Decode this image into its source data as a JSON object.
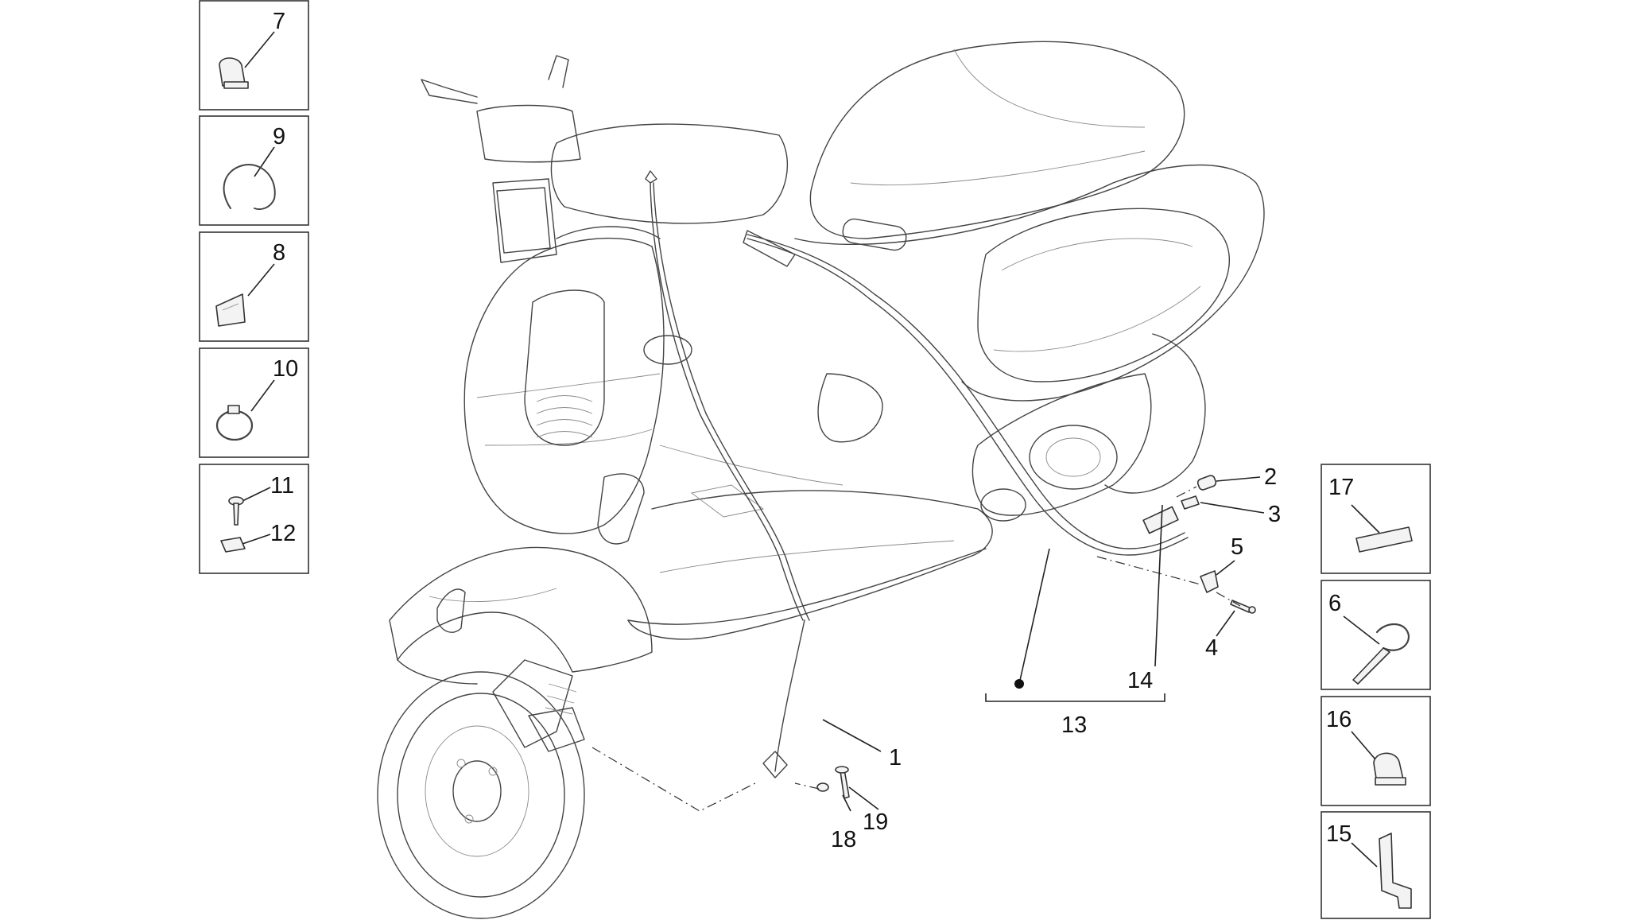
{
  "callouts": {
    "c1": "1",
    "c2": "2",
    "c3": "3",
    "c4": "4",
    "c5": "5",
    "c6": "6",
    "c7": "7",
    "c8": "8",
    "c9": "9",
    "c10": "10",
    "c11": "11",
    "c12": "12",
    "c13": "13",
    "c14": "14",
    "c15": "15",
    "c16": "16",
    "c17": "17",
    "c18": "18",
    "c19": "19"
  },
  "colors": {
    "line": "#444444",
    "background": "#ffffff"
  }
}
